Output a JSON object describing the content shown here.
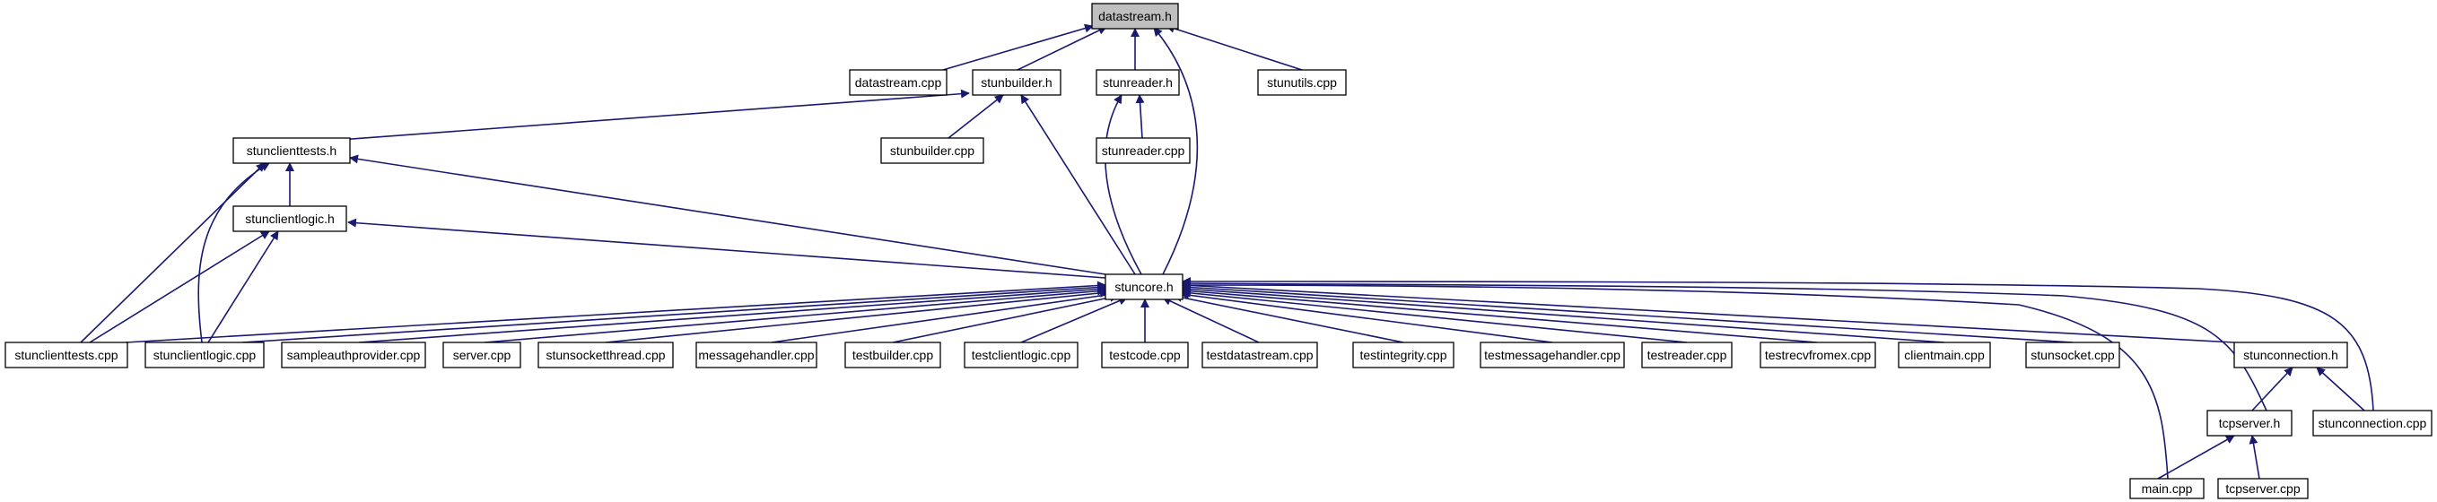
{
  "colors": {
    "edge": "#191970",
    "focus_fill": "#bfbfbf",
    "node_fill": "#ffffff",
    "border": "#000000"
  },
  "nodes": {
    "datastream_h": "datastream.h",
    "datastream_cpp": "datastream.cpp",
    "stunbuilder_h": "stunbuilder.h",
    "stunreader_h": "stunreader.h",
    "stunutils_cpp": "stunutils.cpp",
    "stunclienttests_h": "stunclienttests.h",
    "stunbuilder_cpp": "stunbuilder.cpp",
    "stunreader_cpp": "stunreader.cpp",
    "stunclientlogic_h": "stunclientlogic.h",
    "stuncore_h": "stuncore.h",
    "stunclienttests_cpp": "stunclienttests.cpp",
    "stunclientlogic_cpp": "stunclientlogic.cpp",
    "sampleauthprovider_cpp": "sampleauthprovider.cpp",
    "server_cpp": "server.cpp",
    "stunsocketthread_cpp": "stunsocketthread.cpp",
    "messagehandler_cpp": "messagehandler.cpp",
    "testbuilder_cpp": "testbuilder.cpp",
    "testclientlogic_cpp": "testclientlogic.cpp",
    "testcode_cpp": "testcode.cpp",
    "testdatastream_cpp": "testdatastream.cpp",
    "testintegrity_cpp": "testintegrity.cpp",
    "testmessagehandler_cpp": "testmessagehandler.cpp",
    "testreader_cpp": "testreader.cpp",
    "testrecvfromex_cpp": "testrecvfromex.cpp",
    "clientmain_cpp": "clientmain.cpp",
    "stunsocket_cpp": "stunsocket.cpp",
    "stunconnection_h": "stunconnection.h",
    "tcpserver_h": "tcpserver.h",
    "stunconnection_cpp": "stunconnection.cpp",
    "main_cpp": "main.cpp",
    "tcpserver_cpp": "tcpserver.cpp"
  }
}
